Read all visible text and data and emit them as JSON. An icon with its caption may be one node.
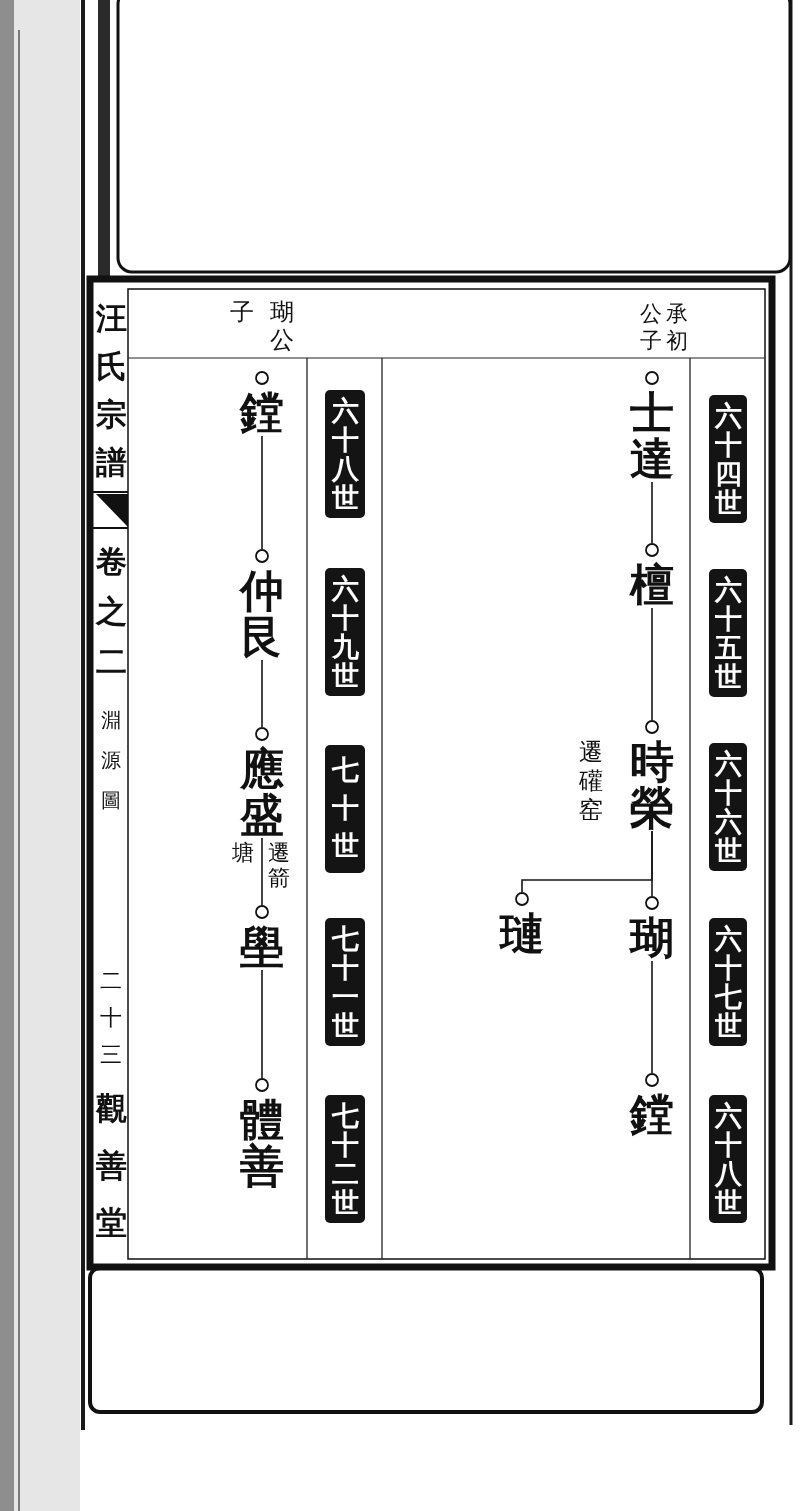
{
  "diagram": {
    "title": "汪氏宗譜",
    "nodes": [
      {
        "text": [
          "六十四世"
        ]
      },
      {
        "text": [
          "六十五世"
        ]
      },
      {
        "text": [
          "六十六世"
        ]
      },
      {
        "text": [
          "六十七世"
        ]
      },
      {
        "text": [
          "六十八世"
        ]
      },
      {
        "text": [
          "士達"
        ]
      },
      {
        "text": [
          "檀"
        ]
      },
      {
        "text": [
          "時榮"
        ],
        "beside": [
          "遷礶窑"
        ]
      },
      {
        "text": [
          "瑚"
        ]
      },
      {
        "text": [
          "璉"
        ]
      },
      {
        "text": [
          "鏜"
        ]
      },
      {
        "text": [
          "六十八世"
        ]
      },
      {
        "text": [
          "六十九世"
        ]
      },
      {
        "text": [
          "七十世"
        ]
      },
      {
        "text": [
          "七十一世"
        ]
      },
      {
        "text": [
          "七十二世"
        ]
      },
      {
        "text": [
          "鏜"
        ]
      },
      {
        "text": [
          "仲艮"
        ]
      },
      {
        "text": [
          "應盛"
        ]
      },
      {
        "text": [
          "壆"
        ]
      },
      {
        "text": [
          "體善"
        ]
      }
    ],
    "edges": [
      {
        "from": 5,
        "to": 6,
        "arrow": "none"
      },
      {
        "from": 6,
        "to": 7,
        "arrow": "none"
      },
      {
        "from": 7,
        "to": 8,
        "arrow": "none"
      },
      {
        "from": 7,
        "to": 9,
        "arrow": "none"
      },
      {
        "from": 8,
        "to": 10,
        "arrow": "none"
      },
      {
        "from": 16,
        "to": 17,
        "arrow": "none"
      },
      {
        "from": 17,
        "to": 18,
        "arrow": "none"
      },
      {
        "from": 18,
        "to": 19,
        "arrow": "none"
      },
      {
        "from": 19,
        "to": 20,
        "arrow": "none"
      }
    ],
    "labels": [
      "承初公子",
      "瑚公子",
      "遷箭塘",
      "卷之二",
      "淵源圖",
      "二十三",
      "觀善堂"
    ]
  }
}
